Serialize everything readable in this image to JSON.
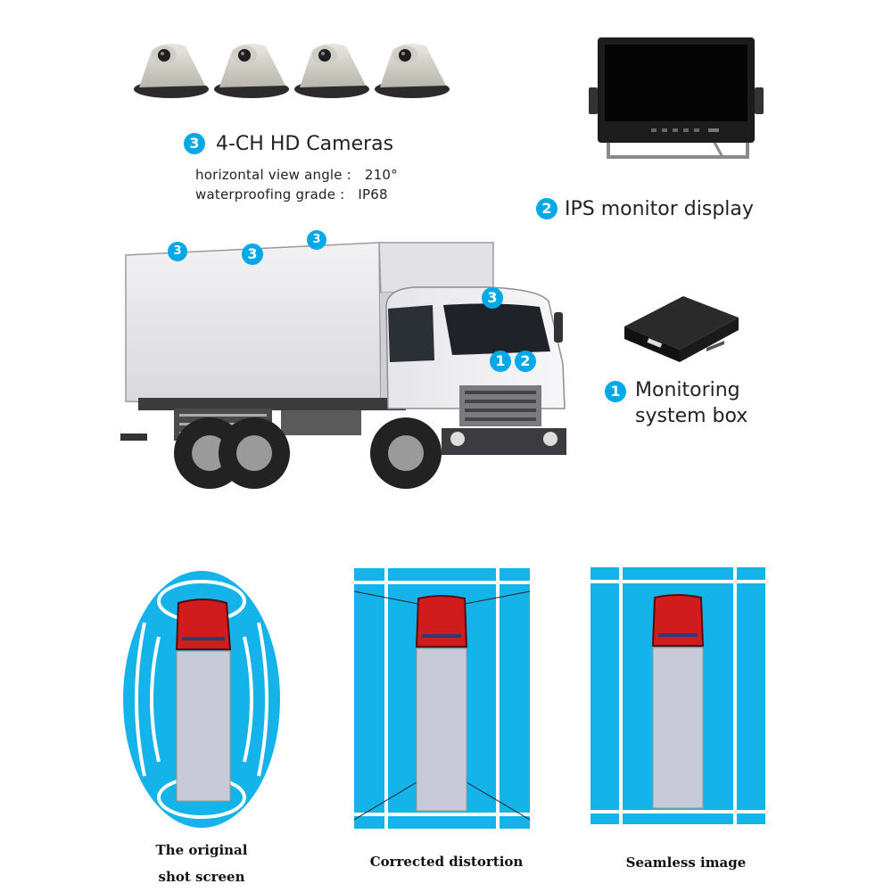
{
  "cameras": {
    "badge": "3",
    "title": "4-CH HD Cameras",
    "specs": [
      {
        "label": "horizontal view angle :",
        "value": "210°"
      },
      {
        "label": "waterproofing grade :",
        "value": "IP68"
      }
    ]
  },
  "monitor": {
    "badge": "2",
    "title": "IPS monitor display"
  },
  "box": {
    "badge": "1",
    "title_line1": "Monitoring",
    "title_line2": "system box"
  },
  "truck_markers": {
    "cam_a": "3",
    "cam_b": "3",
    "cam_c": "3",
    "cam_d": "3",
    "box": "1",
    "monitor": "2"
  },
  "views": [
    {
      "caption_line1": "The original",
      "caption_line2": "shot screen"
    },
    {
      "caption_line1": "Corrected distortion"
    },
    {
      "caption_line1": "Seamless image"
    }
  ],
  "colors": {
    "accent": "#00a8e8",
    "panel_blue": "#14b4ea",
    "cab_red": "#d01c1c",
    "trailer_gray": "#c9cad8"
  }
}
